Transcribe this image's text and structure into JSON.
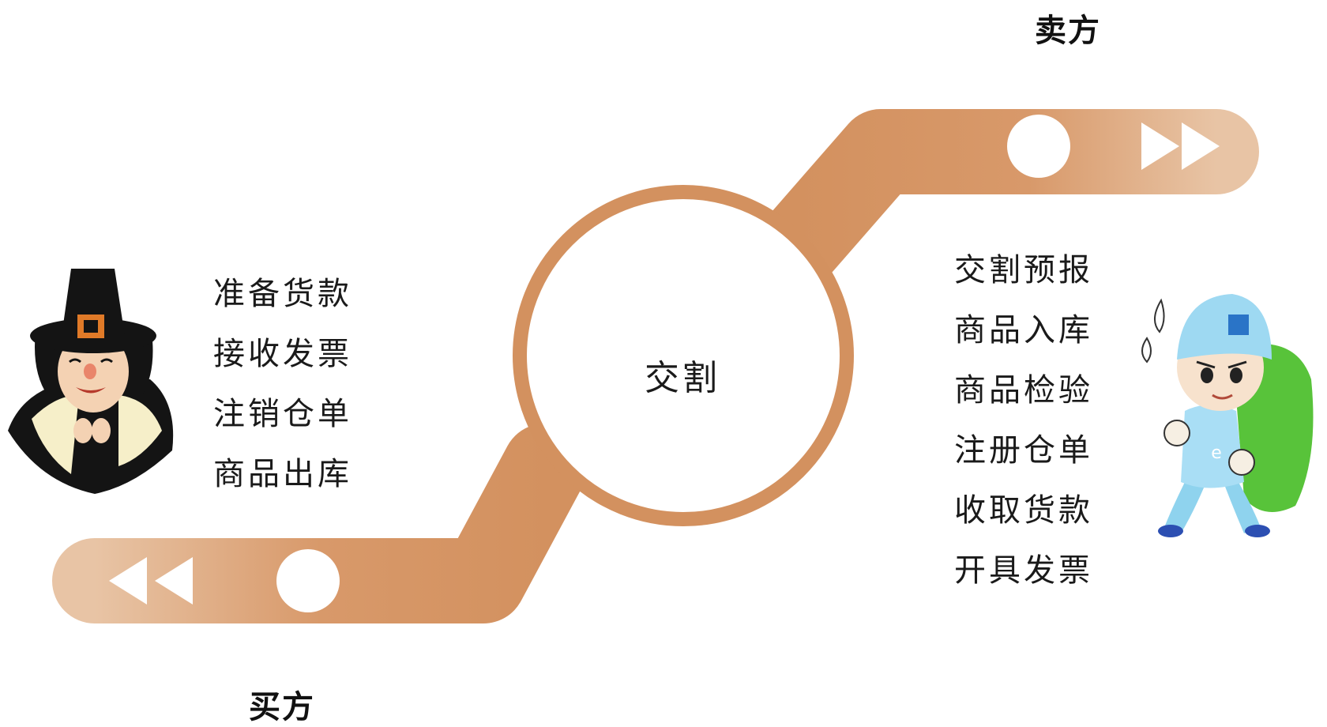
{
  "diagram": {
    "center_label": "交割",
    "seller": {
      "label": "卖方",
      "steps": [
        "交割预报",
        "商品入库",
        "商品检验",
        "注册仓单",
        "收取货款",
        "开具发票"
      ]
    },
    "buyer": {
      "label": "买方",
      "steps": [
        "准备货款",
        "接收发票",
        "注销仓单",
        "商品出库"
      ]
    },
    "colors": {
      "track": "#d3915f",
      "track_light": "#e7c4a6",
      "ring": "#d3915f",
      "background": "#ffffff"
    },
    "icons": {
      "buyer_character": "pilgrim-character-icon",
      "seller_character": "delivery-boy-character-icon",
      "seller_arrows": "fast-forward-icon",
      "buyer_arrows": "rewind-icon"
    }
  }
}
